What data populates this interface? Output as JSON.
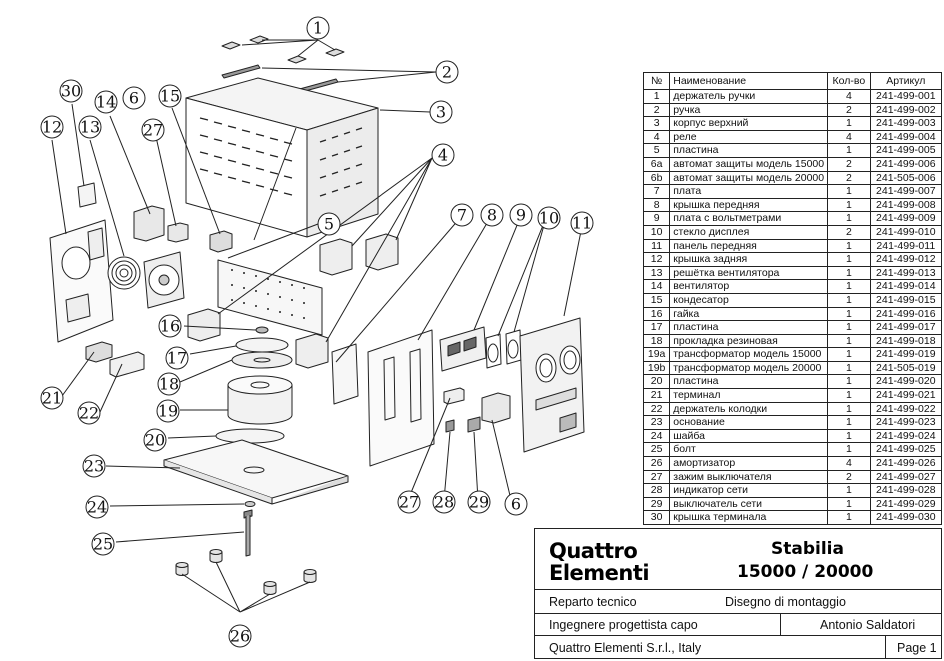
{
  "callouts": {
    "c1": "1",
    "c2": "2",
    "c3": "3",
    "c4": "4",
    "c5": "5",
    "c6a": "6",
    "c6b": "6",
    "c7": "7",
    "c8": "8",
    "c9": "9",
    "c10": "10",
    "c11": "11",
    "c12": "12",
    "c13": "13",
    "c14": "14",
    "c15": "15",
    "c16": "16",
    "c17": "17",
    "c18": "18",
    "c19": "19",
    "c20": "20",
    "c21": "21",
    "c22": "22",
    "c23": "23",
    "c24": "24",
    "c25": "25",
    "c26": "26",
    "c27a": "27",
    "c27b": "27",
    "c28": "28",
    "c29": "29",
    "c30": "30"
  },
  "table": {
    "headers": {
      "no": "№",
      "name": "Наименование",
      "qty": "Кол-во",
      "article": "Артикул"
    },
    "rows": [
      {
        "no": "1",
        "name": "держатель ручки",
        "qty": "4",
        "article": "241-499-001"
      },
      {
        "no": "2",
        "name": "ручка",
        "qty": "2",
        "article": "241-499-002"
      },
      {
        "no": "3",
        "name": "корпус верхний",
        "qty": "1",
        "article": "241-499-003"
      },
      {
        "no": "4",
        "name": "реле",
        "qty": "4",
        "article": "241-499-004"
      },
      {
        "no": "5",
        "name": "пластина",
        "qty": "1",
        "article": "241-499-005"
      },
      {
        "no": "6a",
        "name": "автомат защиты модель 15000",
        "qty": "2",
        "article": "241-499-006"
      },
      {
        "no": "6b",
        "name": "автомат защиты модель 20000",
        "qty": "2",
        "article": "241-505-006"
      },
      {
        "no": "7",
        "name": "плата",
        "qty": "1",
        "article": "241-499-007"
      },
      {
        "no": "8",
        "name": "крышка передняя",
        "qty": "1",
        "article": "241-499-008"
      },
      {
        "no": "9",
        "name": "плата с вольтметрами",
        "qty": "1",
        "article": "241-499-009"
      },
      {
        "no": "10",
        "name": "стекло дисплея",
        "qty": "2",
        "article": "241-499-010"
      },
      {
        "no": "11",
        "name": "панель передняя",
        "qty": "1",
        "article": "241-499-011"
      },
      {
        "no": "12",
        "name": "крышка задняя",
        "qty": "1",
        "article": "241-499-012"
      },
      {
        "no": "13",
        "name": "решётка вентилятора",
        "qty": "1",
        "article": "241-499-013"
      },
      {
        "no": "14",
        "name": "вентилятор",
        "qty": "1",
        "article": "241-499-014"
      },
      {
        "no": "15",
        "name": "кондесатор",
        "qty": "1",
        "article": "241-499-015"
      },
      {
        "no": "16",
        "name": "гайка",
        "qty": "1",
        "article": "241-499-016"
      },
      {
        "no": "17",
        "name": "пластина",
        "qty": "1",
        "article": "241-499-017"
      },
      {
        "no": "18",
        "name": "прокладка резиновая",
        "qty": "1",
        "article": "241-499-018"
      },
      {
        "no": "19a",
        "name": "трансформатор модель 15000",
        "qty": "1",
        "article": "241-499-019"
      },
      {
        "no": "19b",
        "name": "трансформатор модель 20000",
        "qty": "1",
        "article": "241-505-019"
      },
      {
        "no": "20",
        "name": "пластина",
        "qty": "1",
        "article": "241-499-020"
      },
      {
        "no": "21",
        "name": "терминал",
        "qty": "1",
        "article": "241-499-021"
      },
      {
        "no": "22",
        "name": "держатель колодки",
        "qty": "1",
        "article": "241-499-022"
      },
      {
        "no": "23",
        "name": "основание",
        "qty": "1",
        "article": "241-499-023"
      },
      {
        "no": "24",
        "name": "шайба",
        "qty": "1",
        "article": "241-499-024"
      },
      {
        "no": "25",
        "name": "болт",
        "qty": "1",
        "article": "241-499-025"
      },
      {
        "no": "26",
        "name": "амортизатор",
        "qty": "4",
        "article": "241-499-026"
      },
      {
        "no": "27",
        "name": "зажим выключателя",
        "qty": "2",
        "article": "241-499-027"
      },
      {
        "no": "28",
        "name": "индикатор  сети",
        "qty": "1",
        "article": "241-499-028"
      },
      {
        "no": "29",
        "name": "выключатель сети",
        "qty": "1",
        "article": "241-499-029"
      },
      {
        "no": "30",
        "name": "крышка терминала",
        "qty": "1",
        "article": "241-499-030"
      }
    ]
  },
  "title_block": {
    "logo_line1": "Quattro",
    "logo_line2": "Elementi",
    "model_name": "Stabilia",
    "model_numbers": "15000 / 20000",
    "department": "Reparto tecnico",
    "drawing_type": "Disegno di montaggio",
    "role": "Ingegnere progettista capo",
    "engineer": "Antonio Saldatori",
    "company": "Quattro Elementi S.r.l., Italy",
    "page": "Page 1"
  }
}
